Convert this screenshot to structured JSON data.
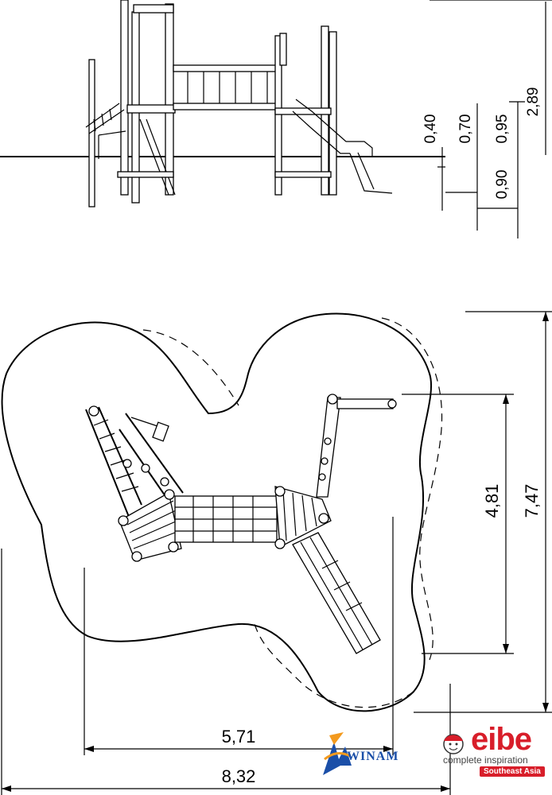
{
  "side_view": {
    "dims": {
      "height_total": "2,89",
      "step_040": "0,40",
      "step_070": "0,70",
      "step_095": "0,95",
      "step_090": "0,90"
    }
  },
  "plan_view": {
    "dims": {
      "inner_length": "5,71",
      "outer_length": "8,32",
      "inner_depth": "4,81",
      "outer_depth": "7,47"
    }
  },
  "logos": {
    "winam": "WINAM",
    "eibe_word": "eibe",
    "eibe_tagline": "complete inspiration",
    "eibe_region": "Southeast Asia"
  },
  "colors": {
    "eibe_red": "#d81e2a",
    "winam_blue": "#1b4fa8",
    "winam_orange": "#f39a1e"
  }
}
